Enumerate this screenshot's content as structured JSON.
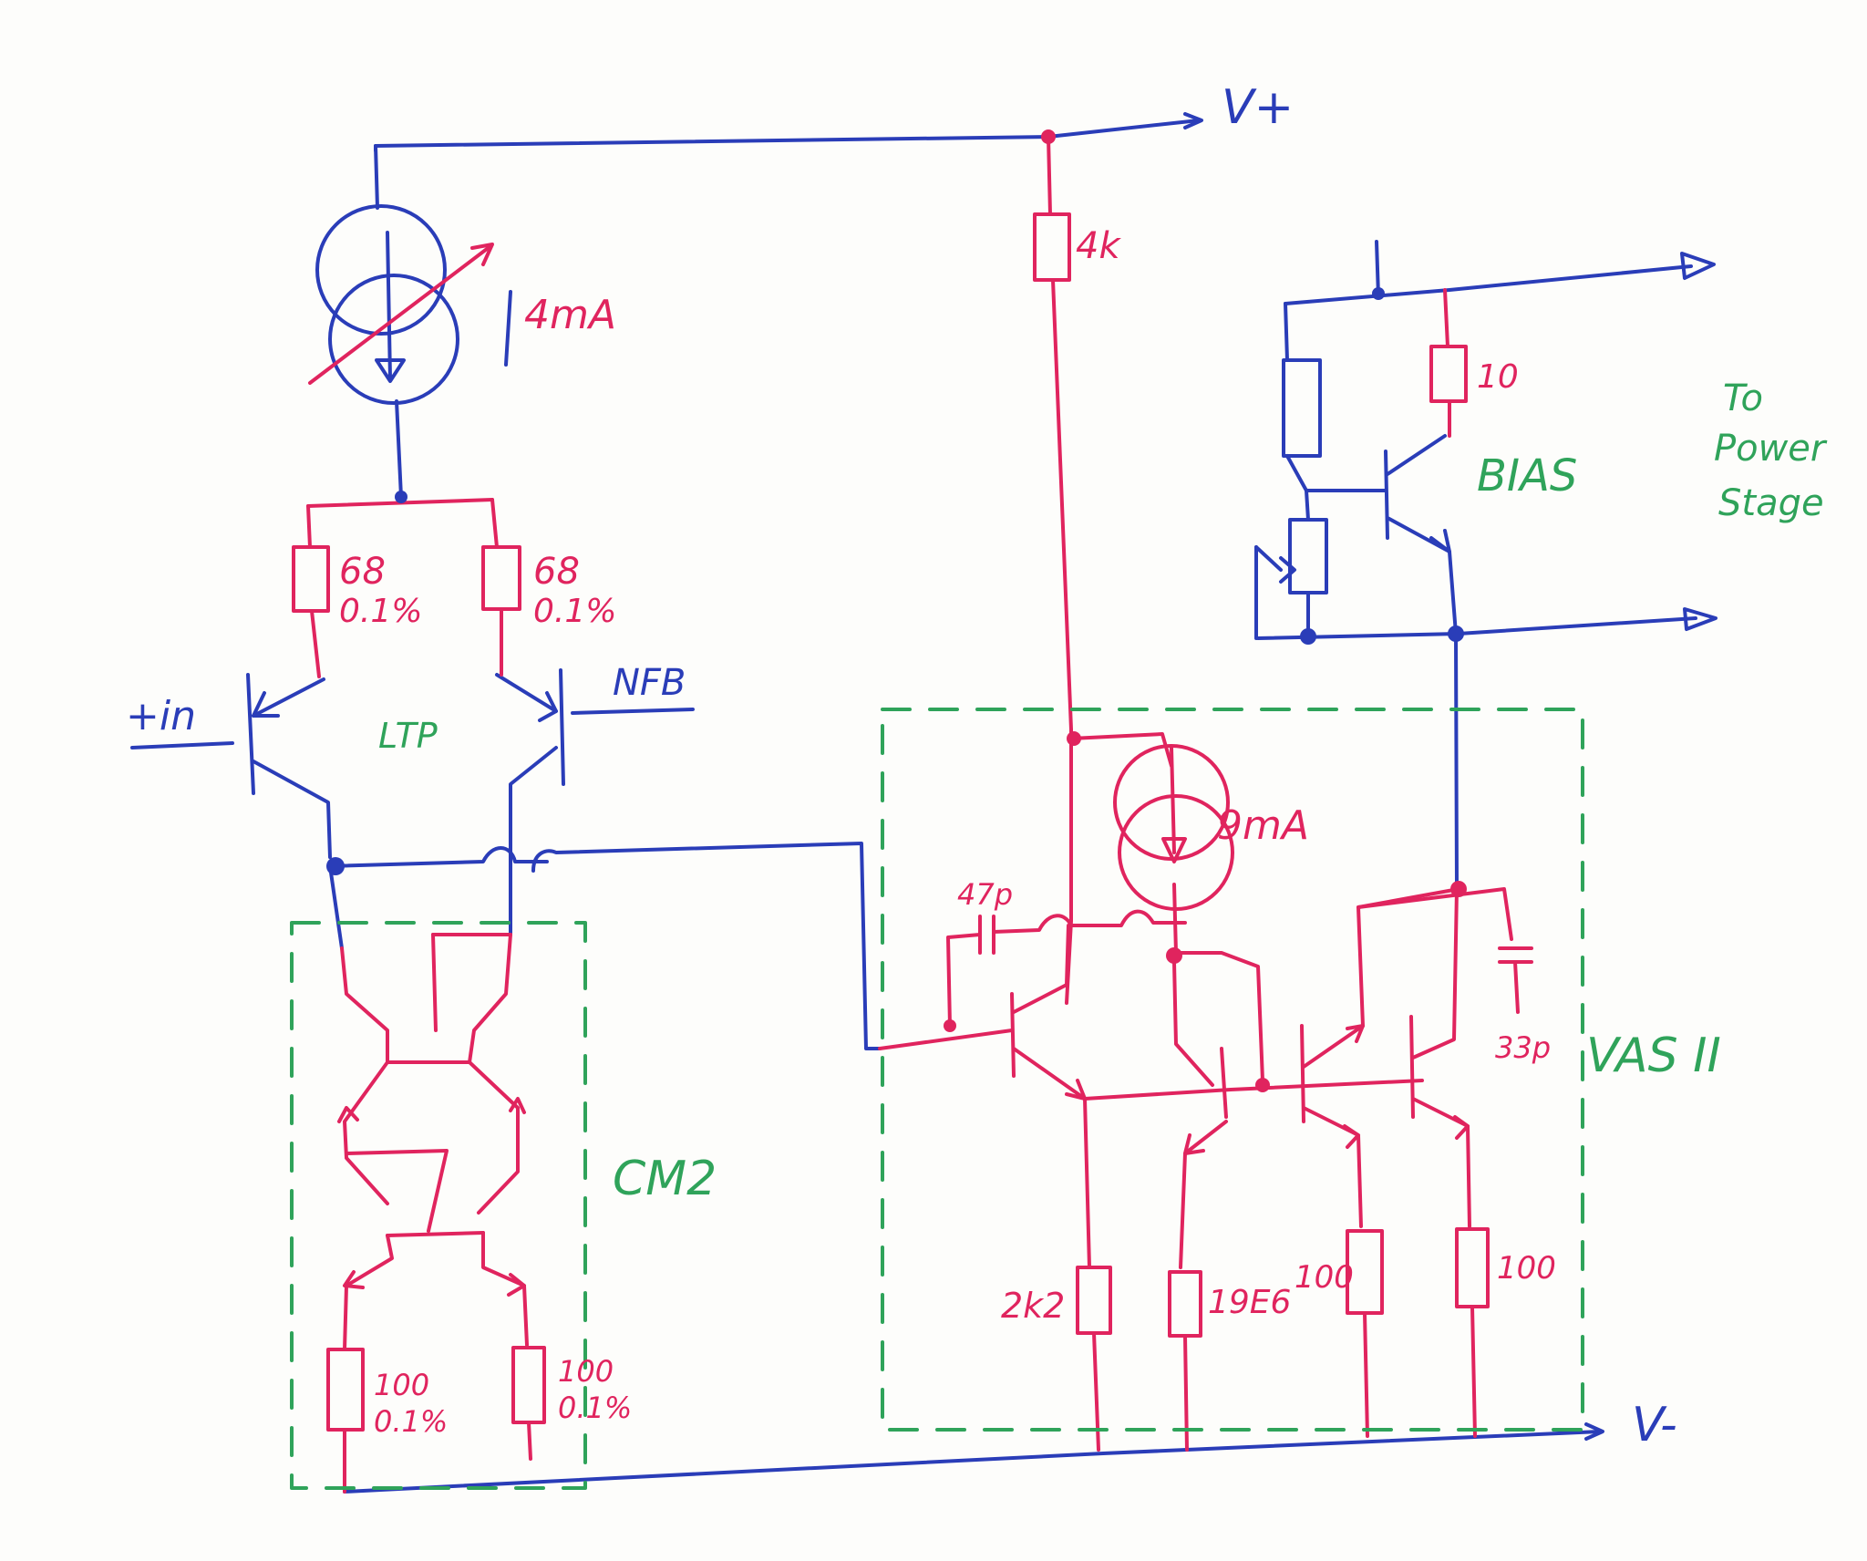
{
  "colors": {
    "blue": "#2a3db8",
    "red": "#e0245e",
    "green": "#2fa35a",
    "paper": "#fdfdfb"
  },
  "rails": {
    "vplus": "V+",
    "vminus": "V-"
  },
  "labels": {
    "current_source_ltp": "4mA",
    "current_source_vas": "9mA",
    "r_top": "4k",
    "r_ltp_left": "68",
    "r_ltp_left_tol": "0.1%",
    "r_ltp_right": "68",
    "r_ltp_right_tol": "0.1%",
    "input_plus": "+in",
    "input_nfb": "NFB",
    "ltp": "LTP",
    "cm2": "CM2",
    "r_cm_left": "100",
    "r_cm_left_tol": "0.1%",
    "r_cm_right": "100",
    "r_cm_right_tol": "0.1%",
    "cap_47p": "47p",
    "cap_33p": "33p",
    "vas": "VAS II",
    "r_2k2": "2k2",
    "r_19e6": "19E6",
    "r_100_a": "100",
    "r_100_b": "100",
    "bias": "BIAS",
    "r_bias": "10",
    "to_power_1": "To",
    "to_power_2": "Power",
    "to_power_3": "Stage"
  }
}
